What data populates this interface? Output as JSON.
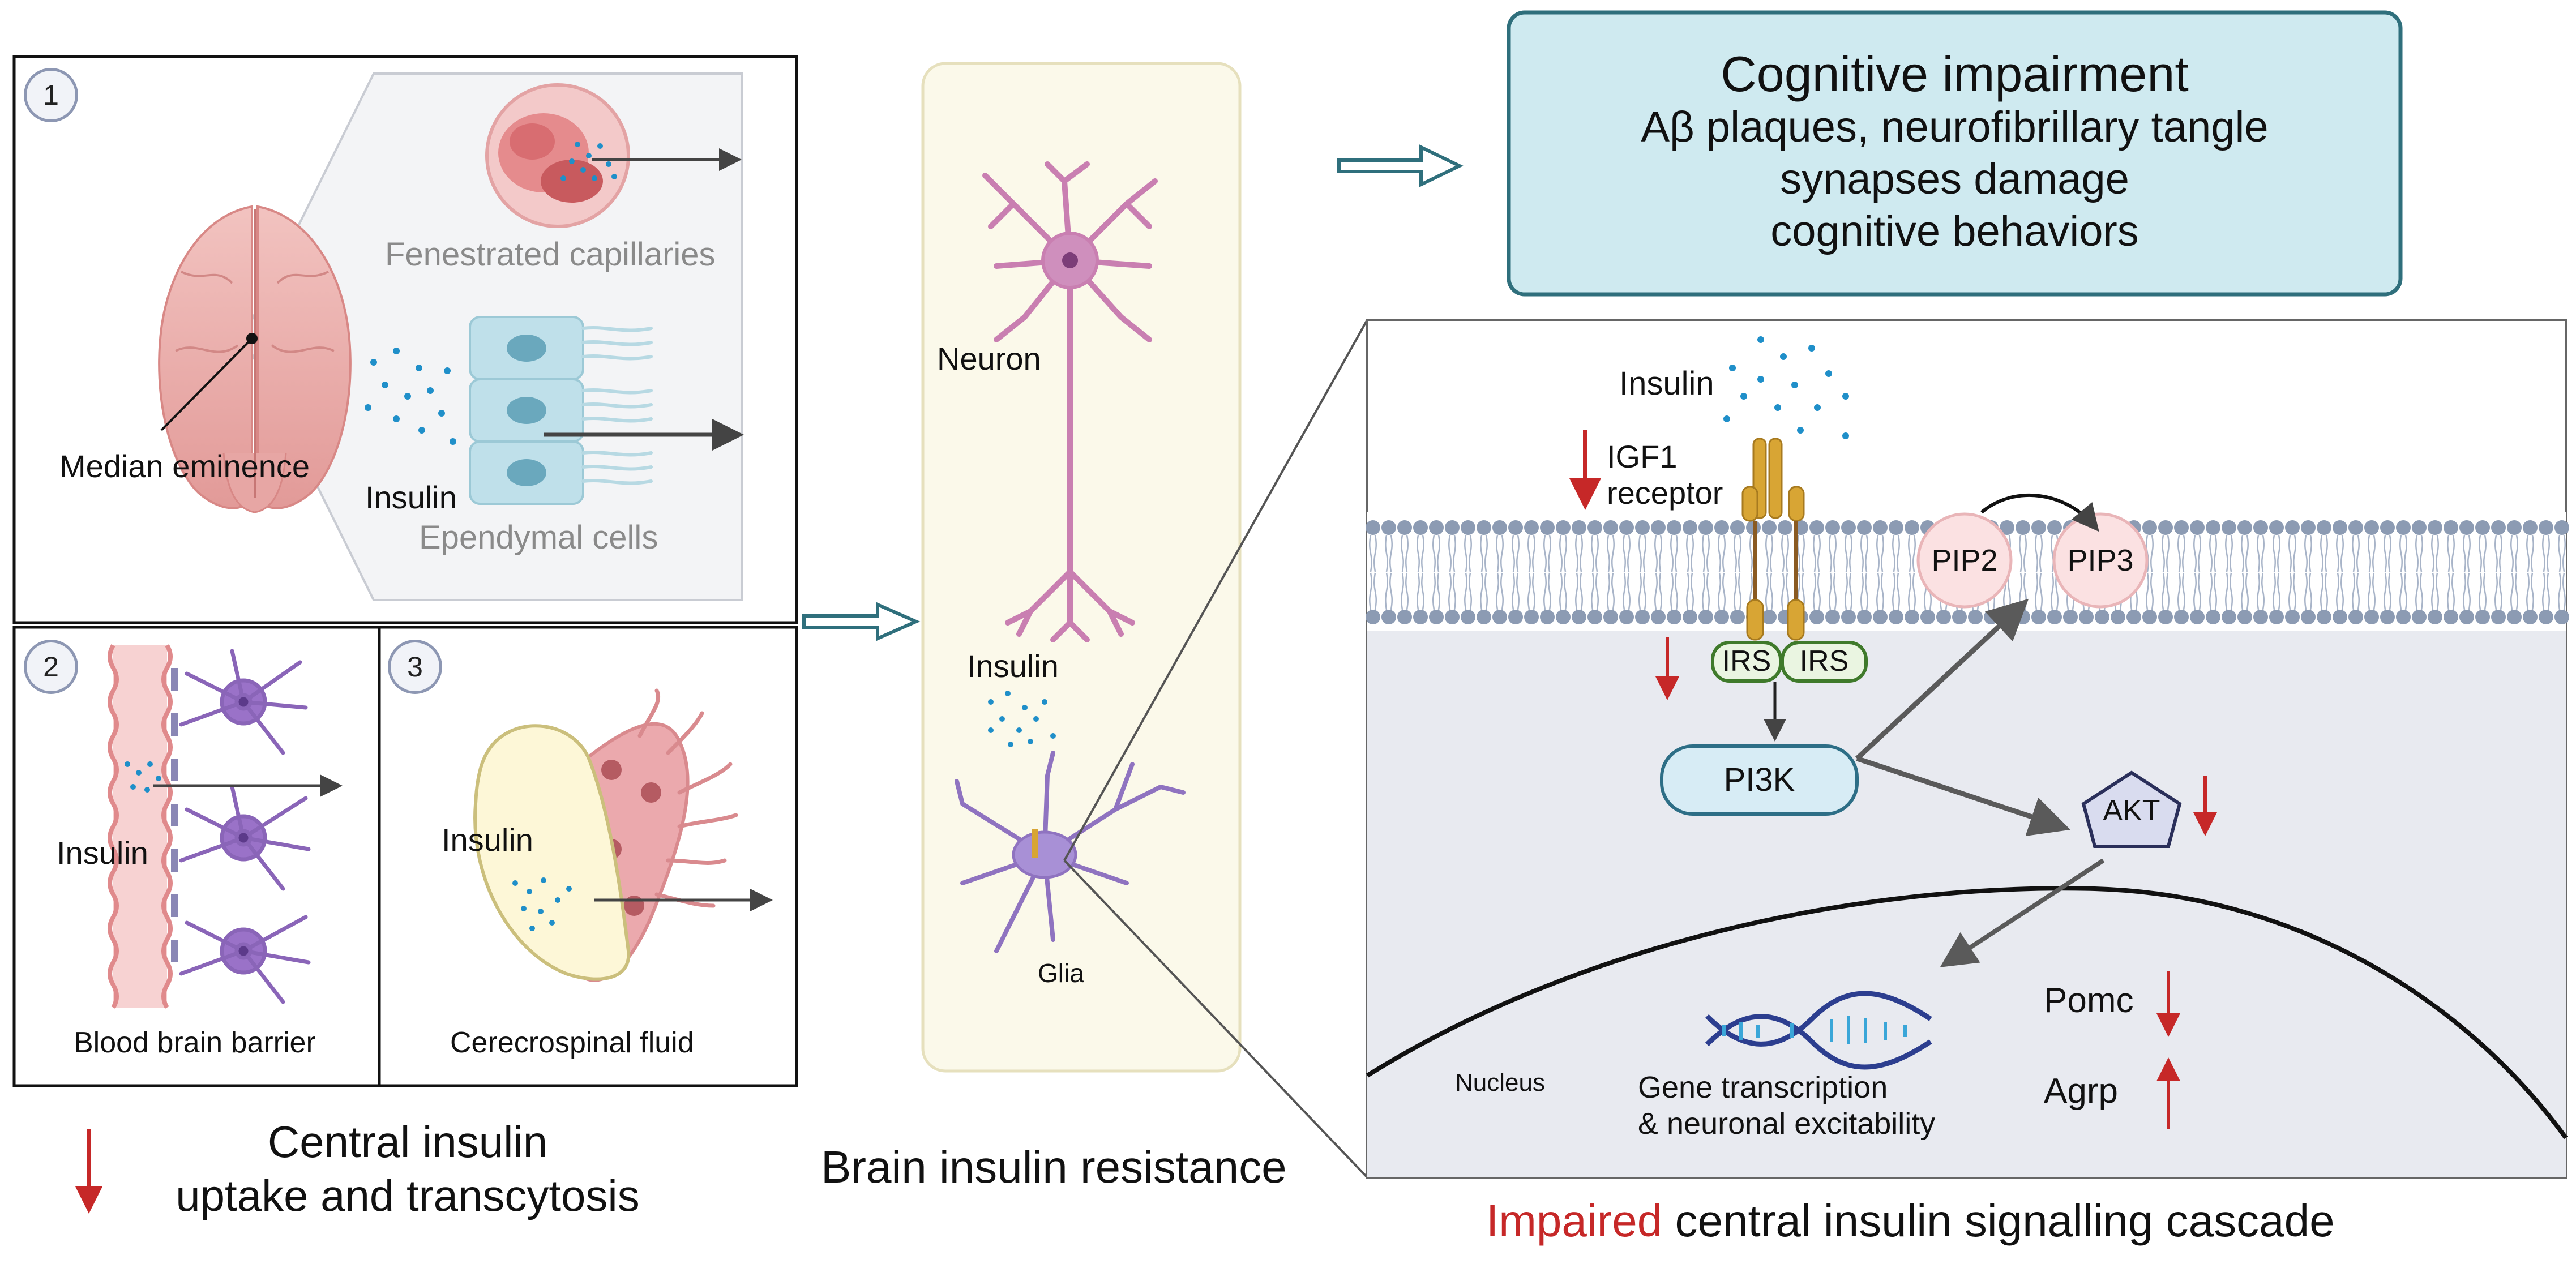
{
  "panel1": {
    "badge": "1",
    "fenestrated_label": "Fenestrated capillaries",
    "median_label": "Median eminence",
    "insulin_label": "Insulin",
    "ependymal_label": "Ependymal cells"
  },
  "panel2": {
    "badge": "2",
    "insulin_label": "Insulin",
    "caption": "Blood brain barrier"
  },
  "panel3": {
    "badge": "3",
    "insulin_label": "Insulin",
    "caption": "Cerecrospinal fluid"
  },
  "bottom_left": {
    "line1": "Central insulin",
    "line2": "uptake and transcytosis"
  },
  "middle": {
    "neuron_label": "Neuron",
    "insulin_label": "Insulin",
    "glia_label": "Glia",
    "caption": "Brain insulin resistance"
  },
  "cognitive": {
    "title": "Cognitive impairment",
    "line1": "Aβ plaques, neurofibrillary tangle",
    "line2": "synapses damage",
    "line3": "cognitive behaviors"
  },
  "cascade": {
    "insulin_label": "Insulin",
    "igf1_line1": "IGF1",
    "igf1_line2": "receptor",
    "irs_left": "IRS",
    "irs_right": "IRS",
    "pi3k": "PI3K",
    "pip2": "PIP2",
    "pip3": "PIP3",
    "akt": "AKT",
    "nucleus": "Nucleus",
    "gene_line1": "Gene transcription",
    "gene_line2": "& neuronal excitability",
    "pomc": "Pomc",
    "agrp": "Agrp",
    "caption_impaired": "Impaired",
    "caption_rest": " central insulin signalling cascade"
  },
  "colors": {
    "arrow_red": "#c62828",
    "box_teal_fill": "#cfeaf0",
    "box_teal_border": "#2f6f7c",
    "membrane": "#8c9bb3",
    "cytoplasm": "#e8eaf0",
    "neuron": "#c97fb1",
    "glia": "#8f73c0",
    "insulin_dot": "#1f8fc9"
  }
}
